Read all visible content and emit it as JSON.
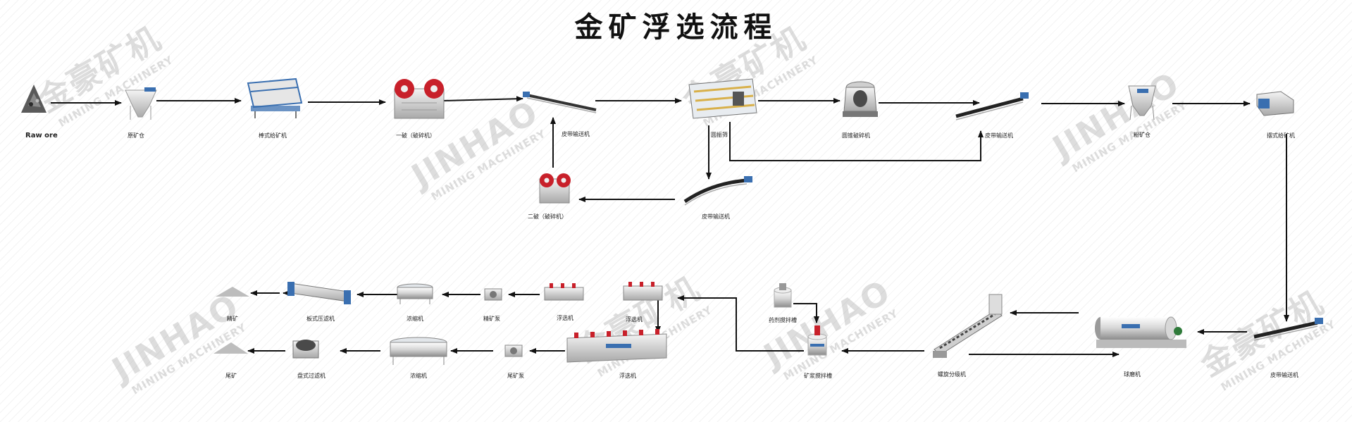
{
  "title": "金矿浮选流程",
  "labels": {
    "raw_ore": "Raw ore",
    "raw_bin": "原矿仓",
    "grizzly_feeder": "棒式给矿机",
    "primary_crusher": "一破（破碎机）",
    "belt1": "皮带输送机",
    "circular_screen": "圆振筛",
    "cone_crusher": "圆锥破碎机",
    "belt2": "皮带输送机",
    "fine_bin": "粉矿仓",
    "pendulum_feeder": "摆式给矿机",
    "secondary_crusher": "二破（破碎机）",
    "belt3": "皮带输送机",
    "belt4": "皮带输送机",
    "ball_mill": "球磨机",
    "spiral_classifier": "螺旋分级机",
    "agitation_tank": "矿浆搅拌槽",
    "reagent_tank": "药剂搅拌槽",
    "flotation_main": "浮选机",
    "flotation_upper": "浮选机",
    "flotation_cleaner": "浮选机",
    "concentrate_pump": "精矿泵",
    "thickener_upper": "浓缩机",
    "plate_filter": "板式压滤机",
    "concentrate": "精矿",
    "tailings_pump": "尾矿泵",
    "thickener_lower": "浓缩机",
    "disc_filter": "盘式过滤机",
    "tailings": "尾矿"
  },
  "watermarks": {
    "brand_cn": "金豪矿机",
    "brand_en": "JINHAO",
    "brand_sub": "MINING MACHINERY"
  },
  "colors": {
    "arrow": "#111111",
    "machine_blue": "#3a6fb0",
    "machine_red": "#c8202a",
    "machine_gray": "#8c8c8c"
  }
}
